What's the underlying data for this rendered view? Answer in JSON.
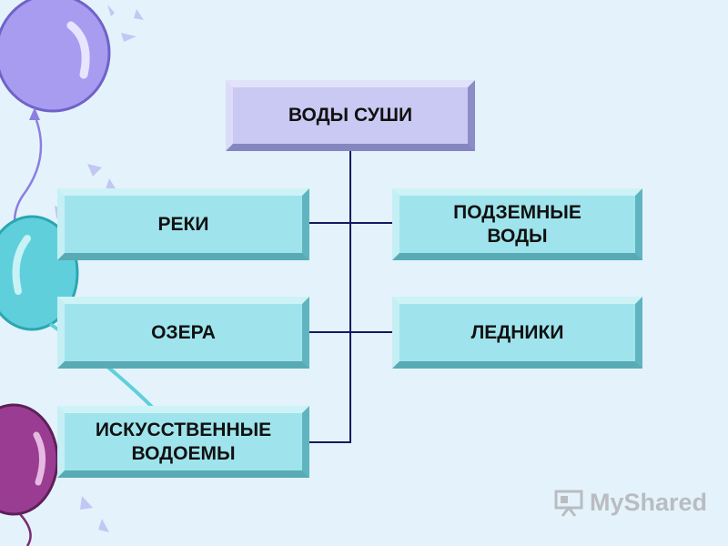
{
  "diagram": {
    "root": "ВОДЫ СУШИ",
    "left_children": [
      "РЕКИ",
      "ОЗЕРА",
      "ИСКУССТВЕННЫЕ\nВОДОЕМЫ"
    ],
    "right_children": [
      "ПОДЗЕМНЫЕ\nВОДЫ",
      "ЛЕДНИКИ"
    ]
  },
  "watermark": {
    "text": "MyShared",
    "icon": "presentation-board-icon"
  },
  "colors": {
    "background": "#e4f3fb",
    "root_box": "#c9c9f3",
    "child_box": "#9fe4ec",
    "connector": "#141a5e",
    "balloon_purple": "#a79cf0",
    "balloon_cyan": "#5fd0db",
    "balloon_magenta": "#9a3d92"
  }
}
